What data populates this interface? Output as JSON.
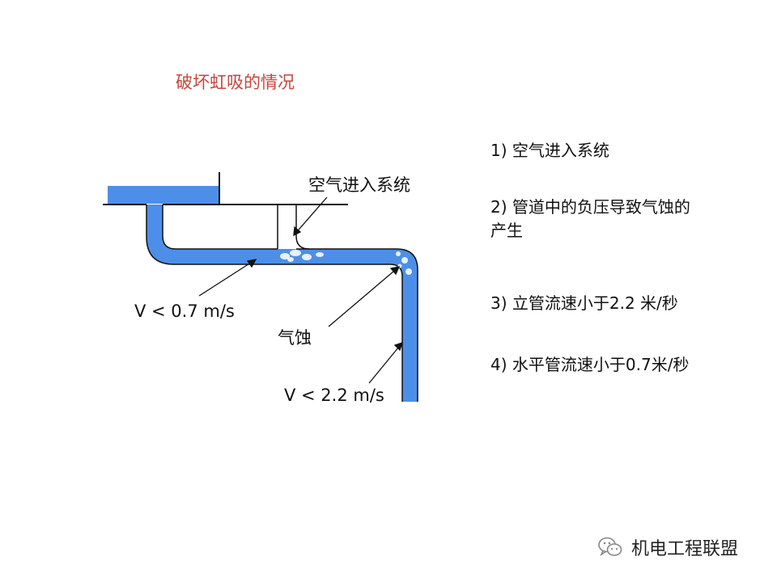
{
  "title": "破坏虹吸的情况",
  "labels": {
    "air_inlet": "空气进入系统",
    "v_horizontal": "V < 0.7 m/s",
    "cavitation": "气蚀",
    "v_vertical": "V < 2.2 m/s"
  },
  "notes": [
    "1) 空气进入系统",
    "2) 管道中的负压导致气蚀的",
    "产生",
    "3) 立管流速小于2.2 米/秒",
    "4) 水平管流速小于0.7米/秒"
  ],
  "watermark": "机电工程联盟",
  "colors": {
    "water": "#4d8fe8",
    "title": "#c8453a",
    "bubbles": "#e6f1ff"
  }
}
